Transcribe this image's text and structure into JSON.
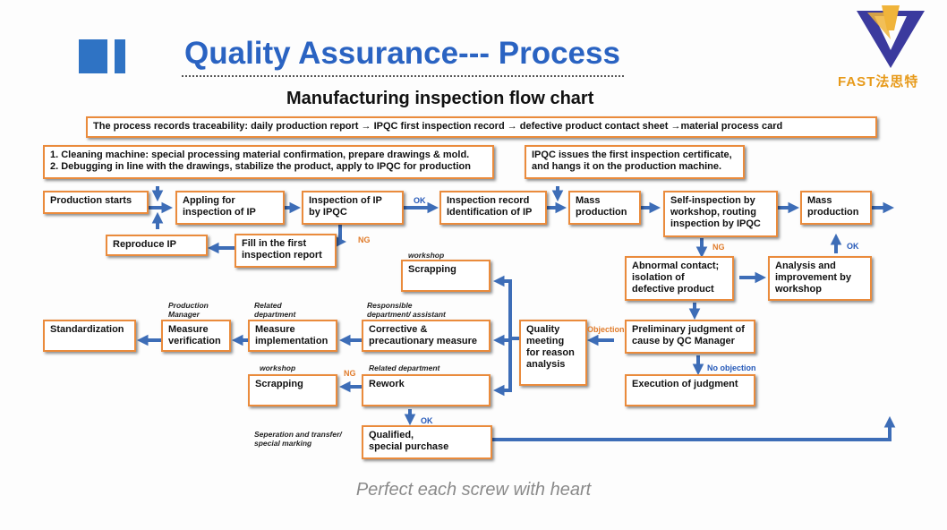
{
  "header": {
    "title": "Quality Assurance--- Process",
    "subtitle": "Manufacturing inspection flow chart",
    "logo_text": "FAST法思特"
  },
  "boxes": {
    "traceability": "The process records traceability: daily production report → IPQC first inspection record → defective product contact sheet →material process card",
    "notes": "1. Cleaning machine: special processing material confirmation, prepare drawings & mold.\n2. Debugging in line with the drawings, stabilize the product, apply to IPQC for production",
    "ipqc_cert": "IPQC issues the first inspection certificate,\nand hangs it on the production machine.",
    "production_starts": "Production starts",
    "appling": "Appling for\ninspection of IP",
    "inspection_ip": "Inspection of IP\nby IPQC",
    "inspection_record": "Inspection record\nIdentification of IP",
    "mass_production_1": "Mass\nproduction",
    "self_inspection": "Self-inspection by\nworkshop, routing\ninspection by IPQC",
    "mass_production_2": "Mass\nproduction",
    "reproduce_ip": "Reproduce IP",
    "fill_first": "Fill in the first\ninspection report",
    "scrapping_top": "Scrapping",
    "abnormal": "Abnormal contact;\nisolation of\ndefective product",
    "analysis": "Analysis and\nimprovement by\nworkshop",
    "standardization": "Standardization",
    "measure_verification": "Measure\nverification",
    "measure_implementation": "Measure\nimplementation",
    "corrective": "Corrective &\nprecautionary measure",
    "quality_meeting": "Quality\nmeeting\nfor reason\nanalysis",
    "preliminary": "Preliminary judgment of\ncause by QC Manager",
    "scrapping_bottom": "Scrapping",
    "rework": "Rework",
    "execution": "Execution of judgment",
    "qualified": "Qualified,\nspecial purchase"
  },
  "labels": {
    "workshop_top": "workshop",
    "production_manager": "Production\nManager",
    "related_department_1": "Related\ndepartment",
    "responsible": "Responsible\ndepartment/ assistant",
    "workshop_bottom": "workshop",
    "related_department_2": "Related department",
    "separation": "Seperation and transfer/\nspecial marking"
  },
  "tags": {
    "ok_1": "OK",
    "ng_1": "NG",
    "ng_2": "NG",
    "ok_2": "OK",
    "objection": "Objection",
    "no_objection": "No objection",
    "ng_3": "NG",
    "ok_3": "OK"
  },
  "footer": "Perfect each screw with heart",
  "colors": {
    "title_blue": "#2a63c2",
    "arrow_blue": "#3d6db7",
    "box_border": "#ea8b3c",
    "logo_orange": "#e79a1a"
  }
}
